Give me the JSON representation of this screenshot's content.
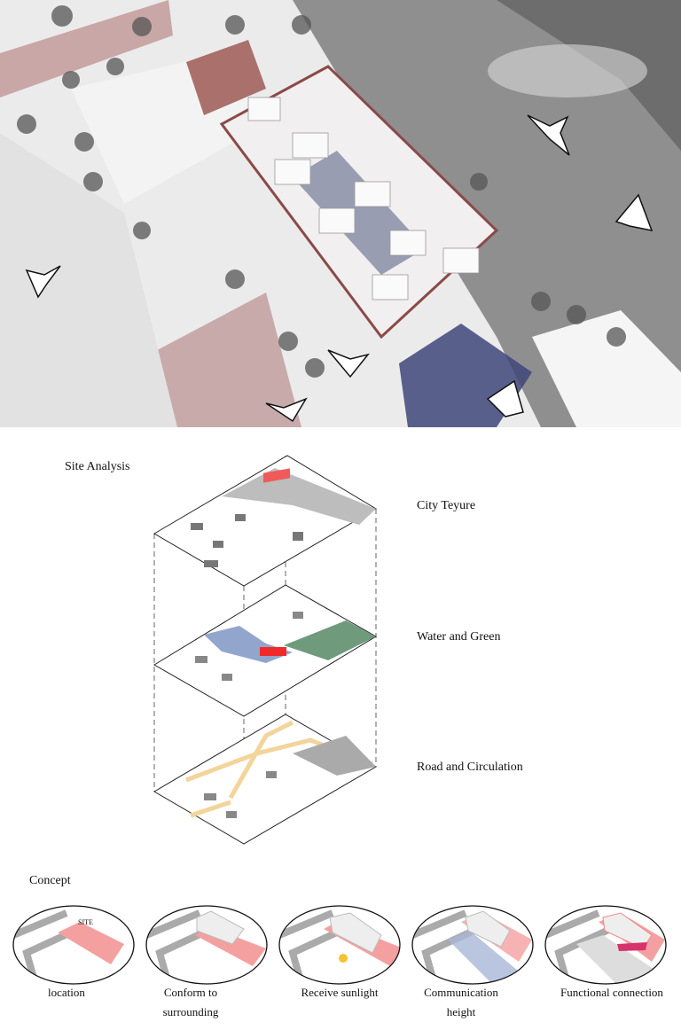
{
  "site_analysis": {
    "title": "Site Analysis",
    "layers": [
      {
        "label": "City Teyure"
      },
      {
        "label": "Water  and Green"
      },
      {
        "label": "Road and Circulation"
      }
    ]
  },
  "concept": {
    "title": "Concept",
    "site_tag": "SITE",
    "items": [
      {
        "label": "location"
      },
      {
        "label": "Conform to surrounding"
      },
      {
        "label": "Receive sunlight"
      },
      {
        "label": "Communication height"
      },
      {
        "label": "Functional connection"
      }
    ]
  },
  "colors": {
    "site_red": "#f08a8a",
    "water_blue": "#7f97c4",
    "green": "#6f9a7c",
    "road_yellow": "#f3d49a",
    "building_brown": "#a9706c"
  }
}
